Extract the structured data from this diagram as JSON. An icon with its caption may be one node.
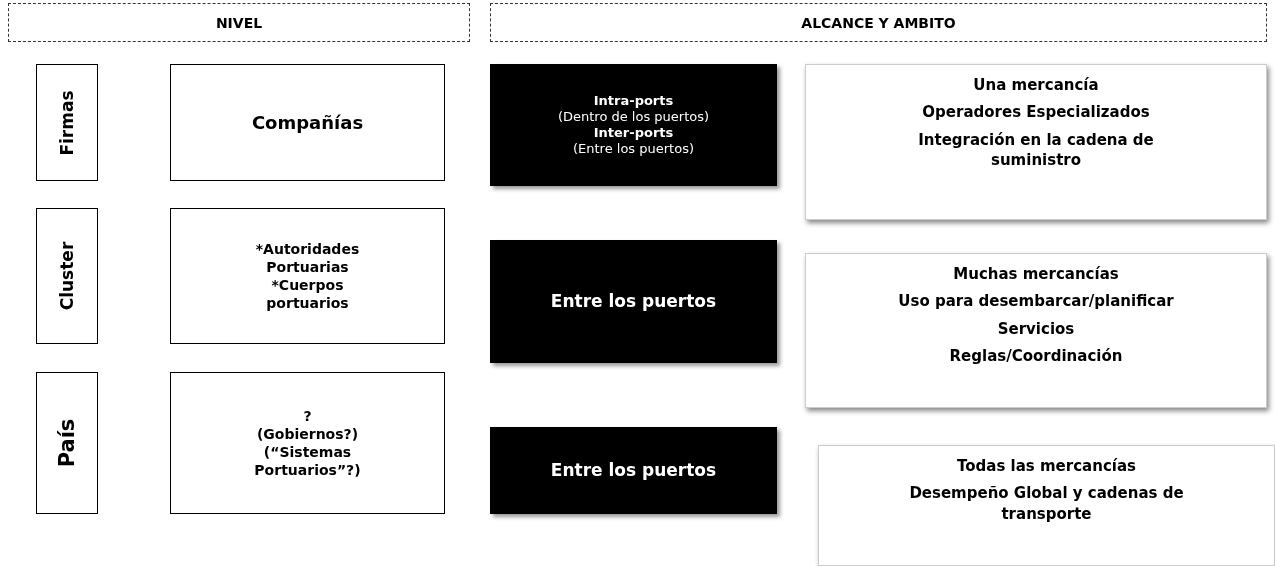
{
  "diagram": {
    "nodes": [
      {
        "text": [
          "NIVEL"
        ]
      },
      {
        "text": [
          "ALCANCE Y AMBITO"
        ]
      },
      {
        "text": [
          "Firmas"
        ]
      },
      {
        "text": [
          "Compañías"
        ]
      },
      {
        "text": [
          "Intra-ports",
          "(Dentro de los puertos)",
          "Inter-ports",
          "(Entre los puertos)"
        ]
      },
      {
        "text": [
          "Una mercancía",
          "Operadores Especializados",
          "Integración en la cadena de suministro"
        ]
      },
      {
        "text": [
          "Cluster"
        ]
      },
      {
        "text": [
          "*Autoridades Portuarias",
          "*Cuerpos portuarios"
        ]
      },
      {
        "text": [
          "Entre los puertos"
        ]
      },
      {
        "text": [
          "Muchas mercancías",
          "Uso para desembarcar/planificar",
          "Servicios",
          "Reglas/Coordinación"
        ]
      },
      {
        "text": [
          "País"
        ]
      },
      {
        "text": [
          "?",
          "(Gobiernos?)",
          "(“Sistemas Portuarios”?)"
        ]
      },
      {
        "text": [
          "Entre los puertos"
        ]
      },
      {
        "text": [
          "Todas las mercancías",
          "Desempeño Global y cadenas de transporte"
        ]
      }
    ]
  }
}
